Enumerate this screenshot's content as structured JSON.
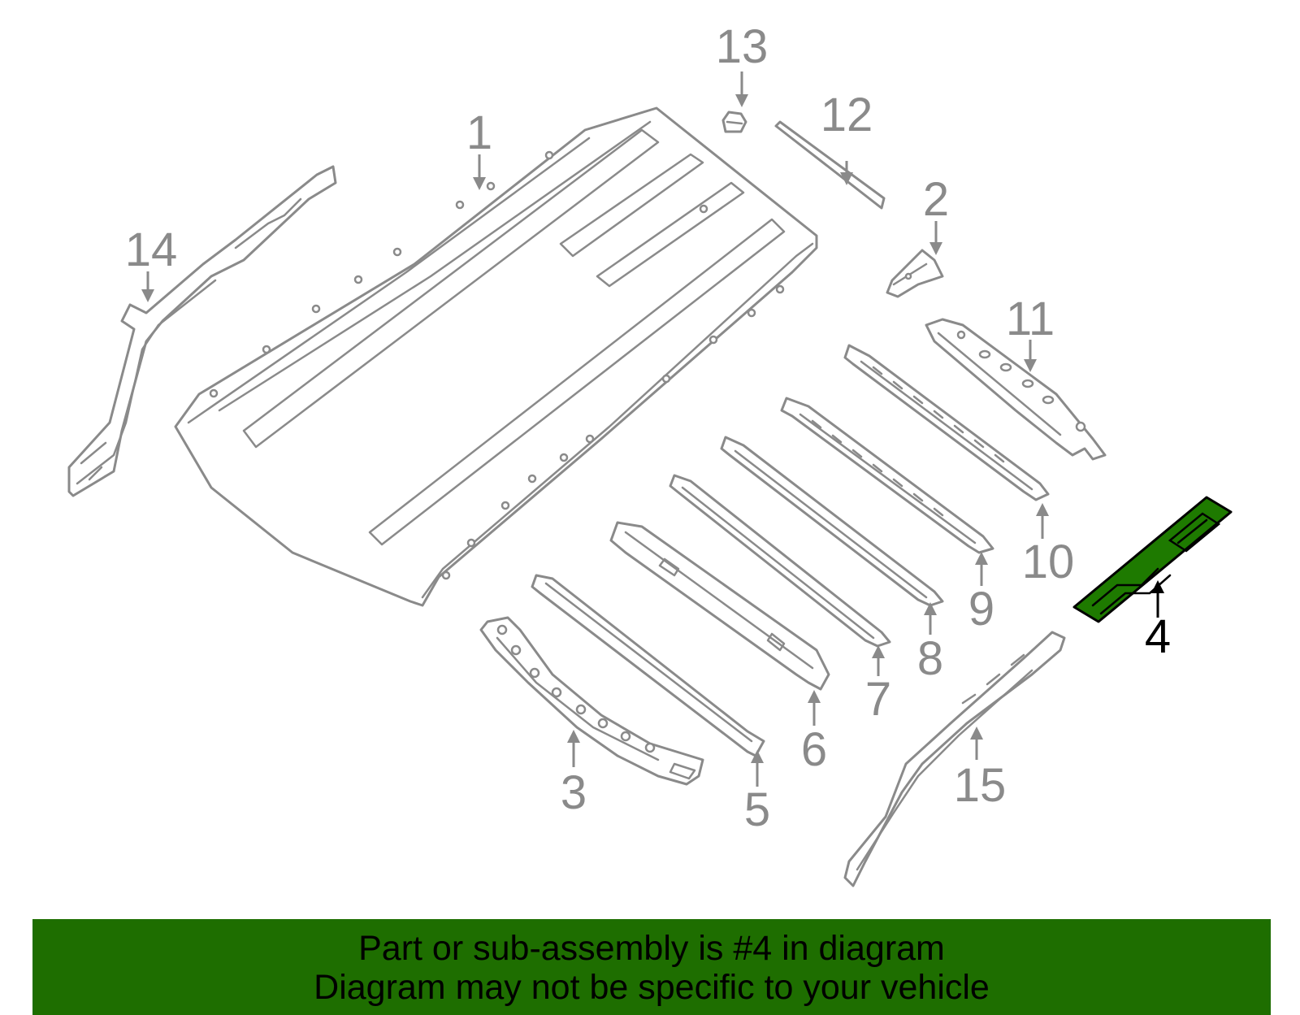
{
  "diagram": {
    "highlighted_part": "4",
    "highlight_color": "#1e7a00",
    "callouts": {
      "c1": "1",
      "c2": "2",
      "c3": "3",
      "c4": "4",
      "c5": "5",
      "c6": "6",
      "c7": "7",
      "c8": "8",
      "c9": "9",
      "c10": "10",
      "c11": "11",
      "c12": "12",
      "c13": "13",
      "c14": "14",
      "c15": "15"
    }
  },
  "banner": {
    "line1": "Part or sub-assembly is #4 in diagram",
    "line2": "Diagram may not be specific to your vehicle",
    "background": "#1e6e00"
  }
}
